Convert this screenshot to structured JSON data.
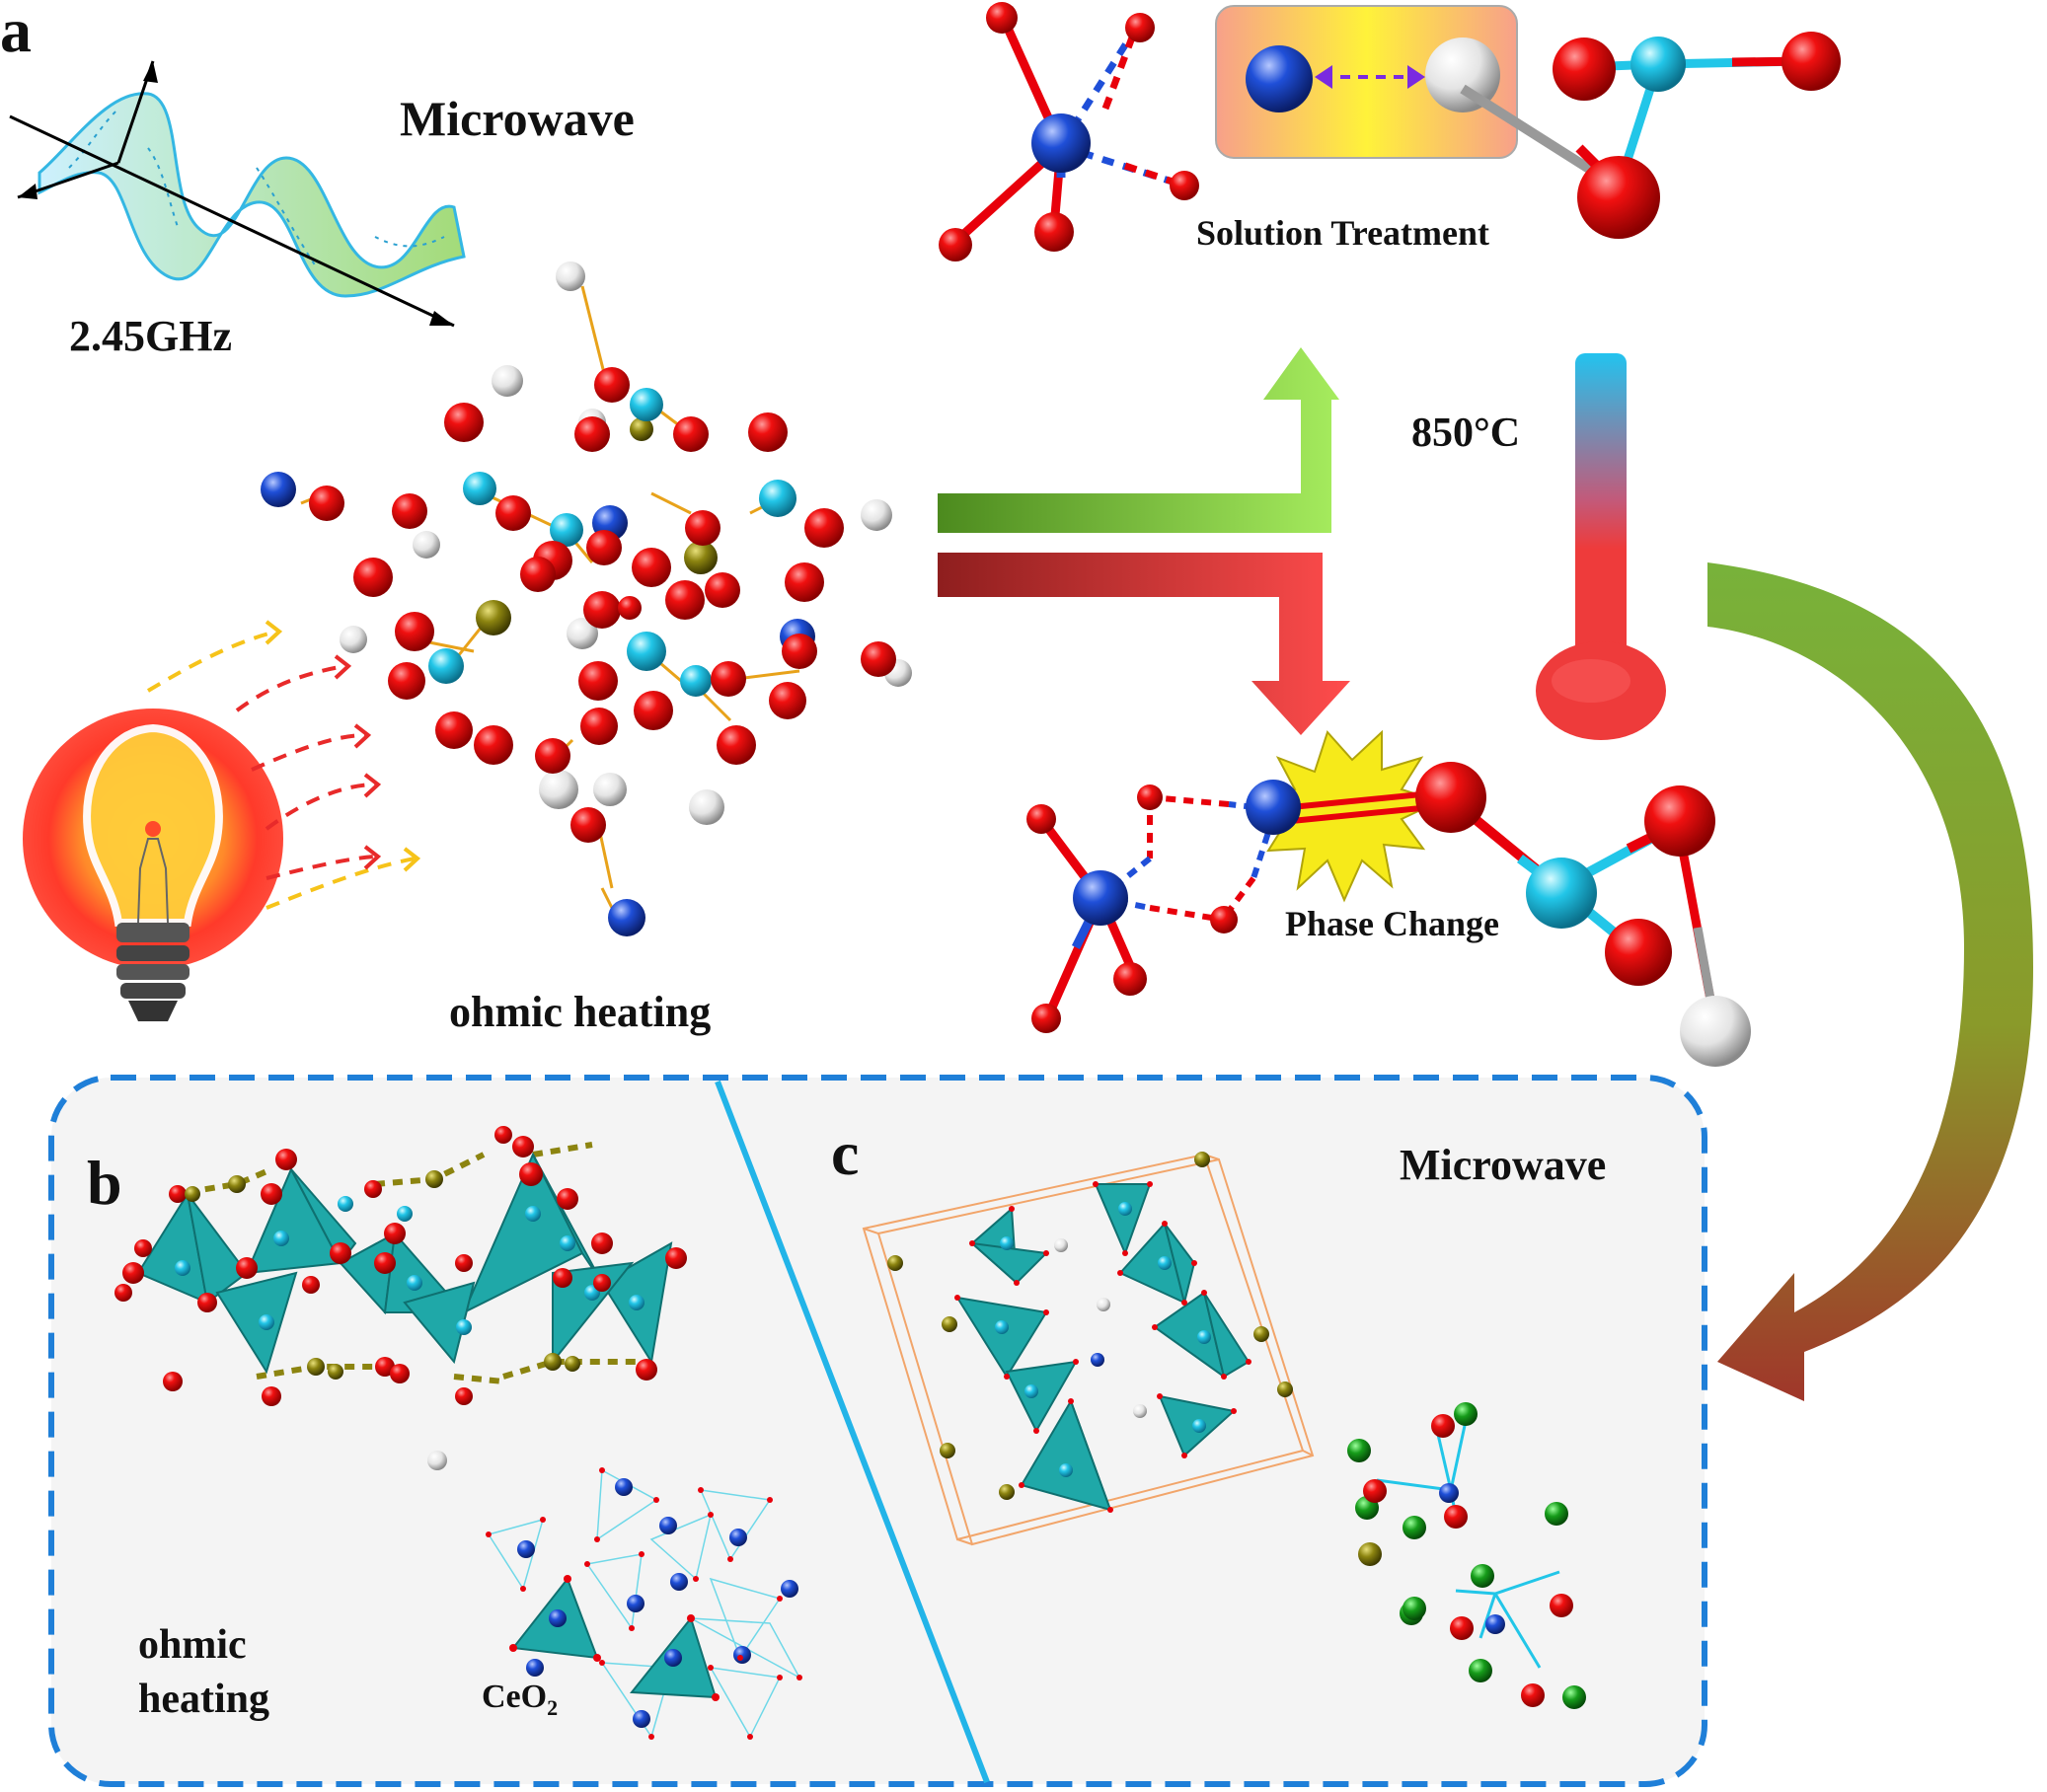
{
  "panels": {
    "a": "a",
    "b": "b",
    "c": "c"
  },
  "labels": {
    "microwave_top": "Microwave",
    "frequency": "2.45GHz",
    "ohmic_heating_top": "ohmic heating",
    "solution_treatment": "Solution Treatment",
    "temperature": "850°C",
    "phase_change": "Phase Change",
    "microwave_bottom": "Microwave",
    "ohmic_heating_bottom_line1": "ohmic",
    "ohmic_heating_bottom_line2": "heating",
    "ceo2_base": "CeO",
    "ceo2_sub": "2"
  },
  "colors": {
    "oxygen": "#e8000b",
    "silicon": "#22c6e8",
    "metal_blue": "#1f4fd8",
    "white_atom": "#eeeeee",
    "olive_atom": "#8c8410",
    "green_atom": "#169c1a",
    "tetrahedron": "#1fa8a8",
    "dash_border": "#1f7fd8",
    "divider": "#22b4e8",
    "arrow_green": "#8cd84a",
    "arrow_red": "#ef3c3c",
    "thermo_top": "#22c3ef",
    "thermo_bottom": "#ee3b3b"
  },
  "icons": [
    "light-bulb-icon",
    "microwave-wave-icon",
    "thermometer-icon"
  ]
}
